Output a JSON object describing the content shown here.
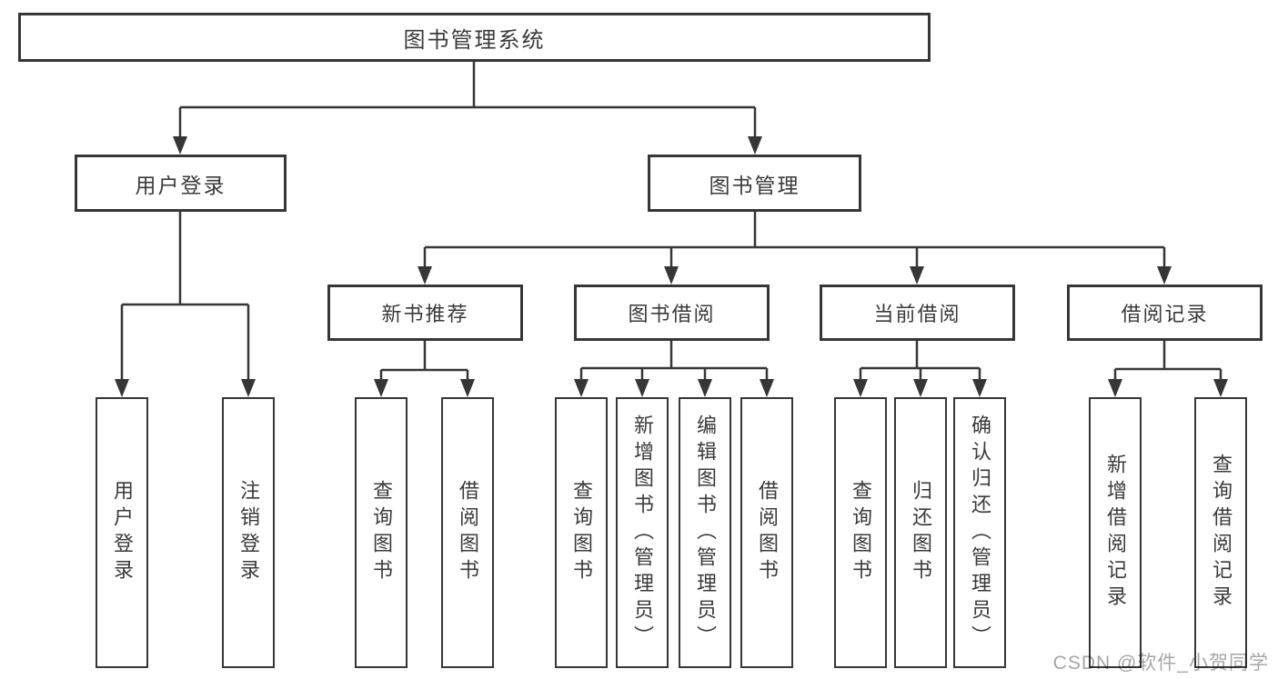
{
  "diagram_title": "图书管理系统",
  "colors": {
    "line": "#363636",
    "text": "#3a3a3a",
    "box_fill": "#ffffff",
    "watermark": "#a6a6a6"
  },
  "tree": {
    "label": "图书管理系统",
    "children": [
      {
        "label": "用户登录",
        "children": [
          {
            "label": "用户登录"
          },
          {
            "label": "注销登录"
          }
        ]
      },
      {
        "label": "图书管理",
        "children": [
          {
            "label": "新书推荐",
            "children": [
              {
                "label": "查询图书"
              },
              {
                "label": "借阅图书"
              }
            ]
          },
          {
            "label": "图书借阅",
            "children": [
              {
                "label": "查询图书"
              },
              {
                "label": "新增图书（管理员）"
              },
              {
                "label": "编辑图书（管理员）"
              },
              {
                "label": "借阅图书"
              }
            ]
          },
          {
            "label": "当前借阅",
            "children": [
              {
                "label": "查询图书"
              },
              {
                "label": "归还图书"
              },
              {
                "label": "确认归还（管理员）"
              }
            ]
          },
          {
            "label": "借阅记录",
            "children": [
              {
                "label": "新增借阅记录"
              },
              {
                "label": "查询借阅记录"
              }
            ]
          }
        ]
      }
    ]
  },
  "watermark": {
    "text": "CSDN @软件_小贺同学"
  }
}
